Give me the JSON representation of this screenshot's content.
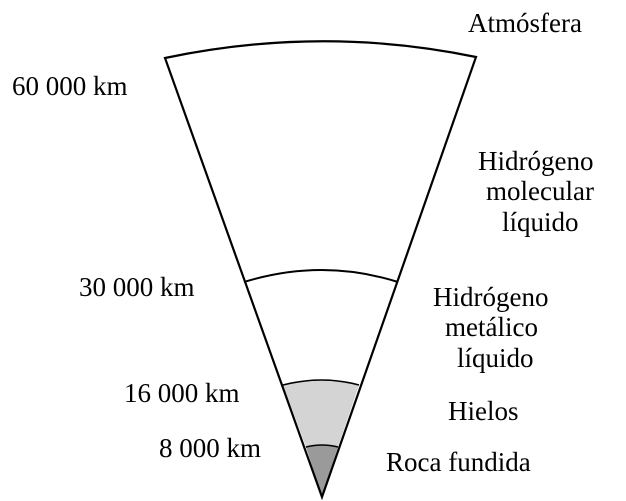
{
  "diagram": {
    "layers": [
      {
        "name": "Atmósfera",
        "outer_radius_km": 60000
      },
      {
        "name": "Hidrógeno molecular líquido",
        "outer_radius_km": 60000
      },
      {
        "name": "Hidrógeno metálico líquido",
        "outer_radius_km": 30000
      },
      {
        "name": "Hielos",
        "outer_radius_km": 16000
      },
      {
        "name": "Roca fundida",
        "outer_radius_km": 8000
      }
    ],
    "radius_labels": [
      "60 000 km",
      "30 000 km",
      "16 000 km",
      "8 000 km"
    ],
    "layer_labels": {
      "atmosphere": "Atmósfera",
      "molecular": [
        "Hidrógeno",
        "molecular",
        "líquido"
      ],
      "metallic": [
        "Hidrógeno",
        "metálico",
        "líquido"
      ],
      "ices": "Hielos",
      "rock": "Roca fundida"
    },
    "colors": {
      "ices": "#d4d4d4",
      "rock": "#9a9a9a",
      "outline": "#000000"
    }
  }
}
